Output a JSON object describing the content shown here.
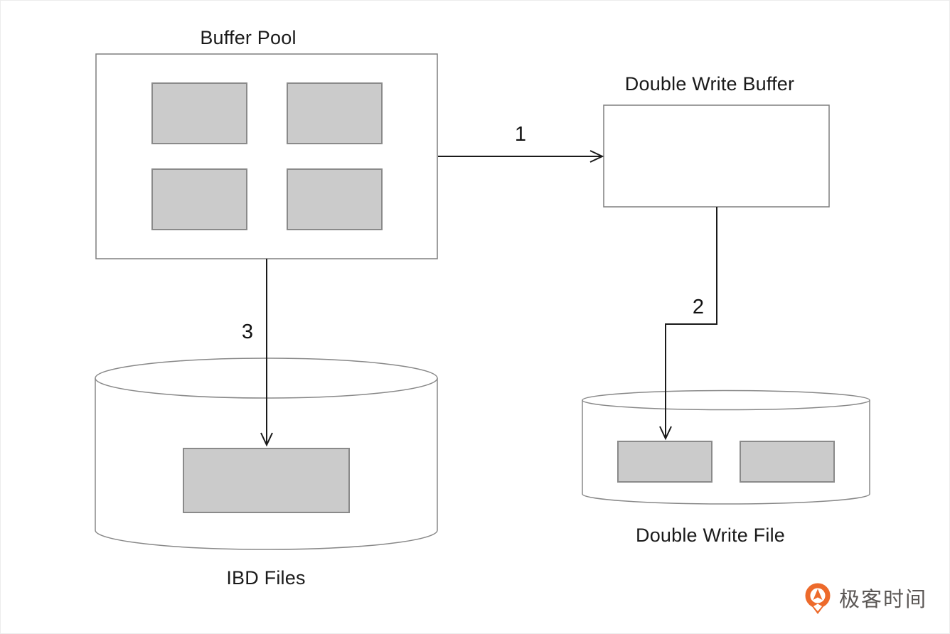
{
  "diagram": {
    "buffer_pool": {
      "title": "Buffer Pool"
    },
    "double_write_buffer": {
      "title": "Double Write Buffer"
    },
    "double_write_file": {
      "label": "Double Write File"
    },
    "ibd_files": {
      "label": "IBD Files"
    },
    "arrows": {
      "step1": "1",
      "step2": "2",
      "step3": "3"
    }
  },
  "branding": {
    "logo_text": "极客时间"
  },
  "colors": {
    "box_border": "#7f7f7f",
    "block_fill": "#cbcbcb",
    "block_border": "#8a8a8a",
    "cylinder_border": "#888888",
    "arrow": "#1a1a1a",
    "text": "#1a1a1a",
    "logo_orange": "#ed6a2b",
    "logo_text_color": "#5b5755"
  }
}
